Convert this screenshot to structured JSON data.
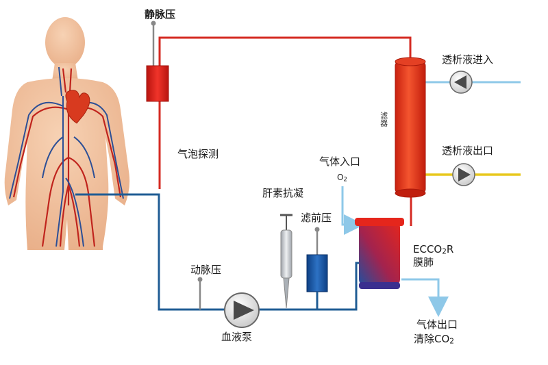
{
  "labels": {
    "venous_pressure": "静脉压",
    "bubble_detection": "气泡探测",
    "heparin_anticoagulation": "肝素抗凝",
    "prefilter_pressure": "滤前压",
    "arterial_pressure": "动脉压",
    "blood_pump": "血液泵",
    "gas_inlet": "气体入口",
    "o2": "O",
    "o2_sub": "2",
    "dialysate_in": "透析液进入",
    "dialysate_out": "透析液出口",
    "filter": "滤器",
    "ecco2r_line1_a": "ECCO",
    "ecco2r_line1_sub": "2",
    "ecco2r_line1_b": "R",
    "ecco2r_line2": "膜肺",
    "gas_outlet": "气体出口",
    "co2_clear_a": "清除CO",
    "co2_clear_sub": "2"
  },
  "colors": {
    "venous_line": "#d42a22",
    "arterial_line": "#1f5c94",
    "dialysate_in_line": "#8ec8e8",
    "dialysate_out_line": "#e8c81e",
    "gas_line": "#8ec8e8",
    "filter_body": "#e8391f",
    "chamber": "#e0201a",
    "heparin_syringe": "#c8ccd2",
    "prefilter_chamber": "#1557a8",
    "pump": "#dcdcdc"
  }
}
